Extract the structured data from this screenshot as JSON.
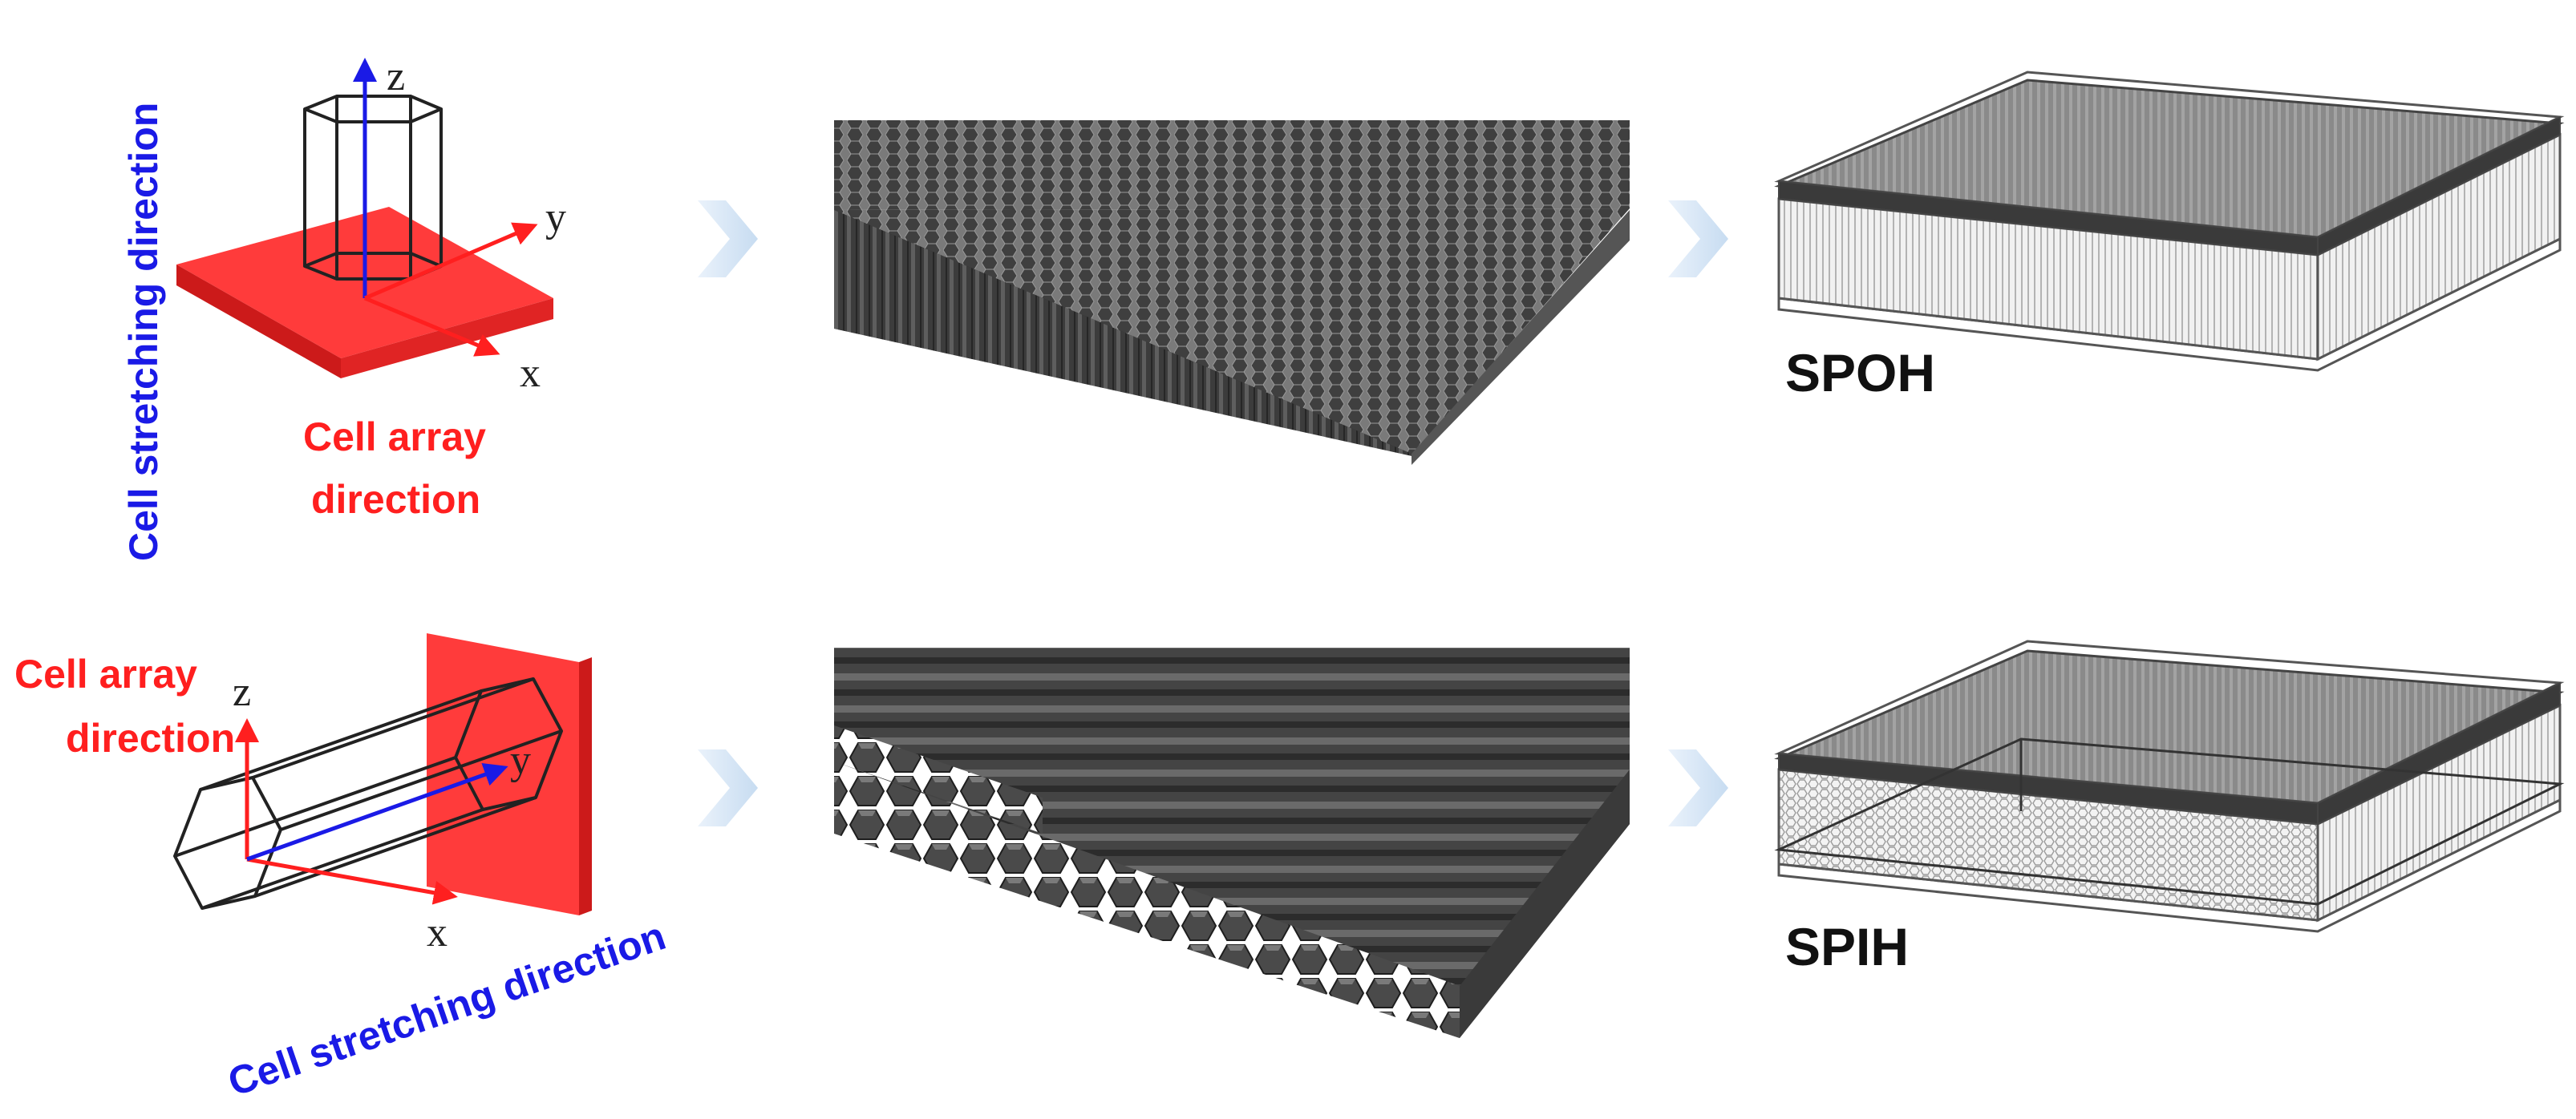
{
  "labels": {
    "z": "z",
    "y": "y",
    "x": "x",
    "cell_array_direction_line1": "Cell array",
    "cell_array_direction_line2": "direction",
    "cell_stretching_direction": "Cell stretching direction"
  },
  "panels": {
    "top_result": "SPOH",
    "bottom_result": "SPIH"
  },
  "colors": {
    "array_plane": "#ff4040",
    "array_text": "#ff1f1f",
    "stretch_axis": "#1a1ae6",
    "wireframe": "#222222",
    "cells_dark": "#4a4a4a",
    "flow_arrow": "#d6e6f5"
  },
  "icons": {
    "flow_arrow": "chevron-right-arrow-icon"
  }
}
